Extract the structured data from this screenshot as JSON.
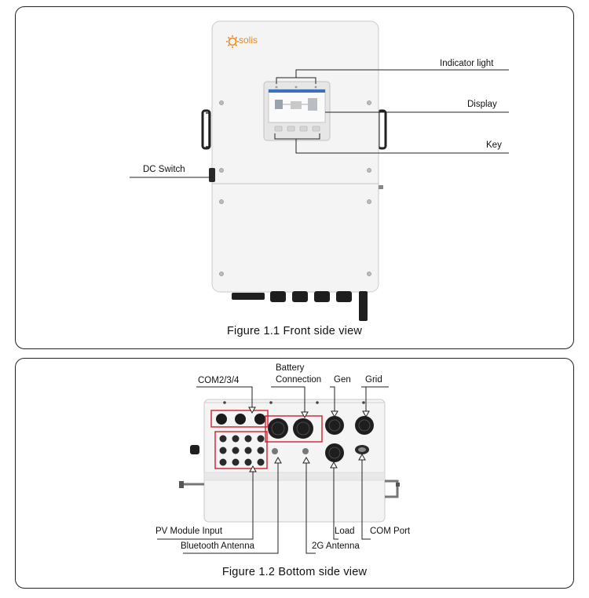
{
  "front_view": {
    "brand": "solis",
    "callouts": {
      "indicator_light": "Indicator light",
      "display": "Display",
      "key": "Key",
      "dc_switch": "DC Switch"
    },
    "caption": "Figure 1.1 Front side view"
  },
  "bottom_view": {
    "callouts": {
      "com234": "COM2/3/4",
      "battery": "Battery",
      "connection": "Connection",
      "gen": "Gen",
      "grid": "Grid",
      "pv_module_input": "PV Module Input",
      "bluetooth_antenna": "Bluetooth Antenna",
      "g2_antenna": "2G Antenna",
      "load": "Load",
      "com_port": "COM Port"
    },
    "caption": "Figure 1.2 Bottom side view"
  },
  "colors": {
    "border": "#222222",
    "housing": "#f3f3f3",
    "highlight": "#d0202a",
    "brand_orange": "#e58a1e",
    "screen_blue": "#3b6fc2"
  }
}
